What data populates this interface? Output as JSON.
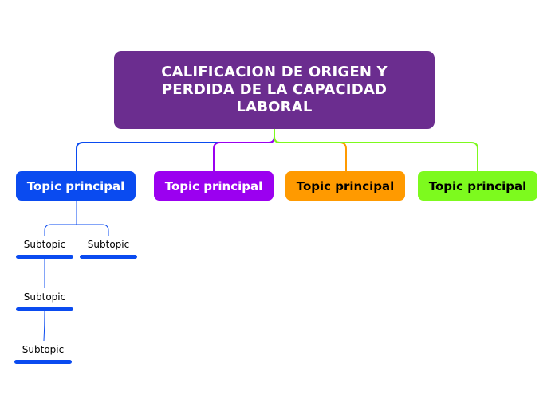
{
  "central": {
    "title": "CALIFICACION DE ORIGEN Y PERDIDA DE LA CAPACIDAD LABORAL",
    "color": "#6b2d8f"
  },
  "topics": [
    {
      "label": "Topic principal",
      "color": "#0a4bf0",
      "text_color": "#ffffff"
    },
    {
      "label": "Topic principal",
      "color": "#9b00f0",
      "text_color": "#ffffff"
    },
    {
      "label": "Topic principal",
      "color": "#ff9a00",
      "text_color": "#000000"
    },
    {
      "label": "Topic principal",
      "color": "#7dfa1e",
      "text_color": "#000000"
    }
  ],
  "subtopics": [
    {
      "label": "Subtopic"
    },
    {
      "label": "Subtopic"
    },
    {
      "label": "Subtopic"
    },
    {
      "label": "Subtopic"
    }
  ]
}
